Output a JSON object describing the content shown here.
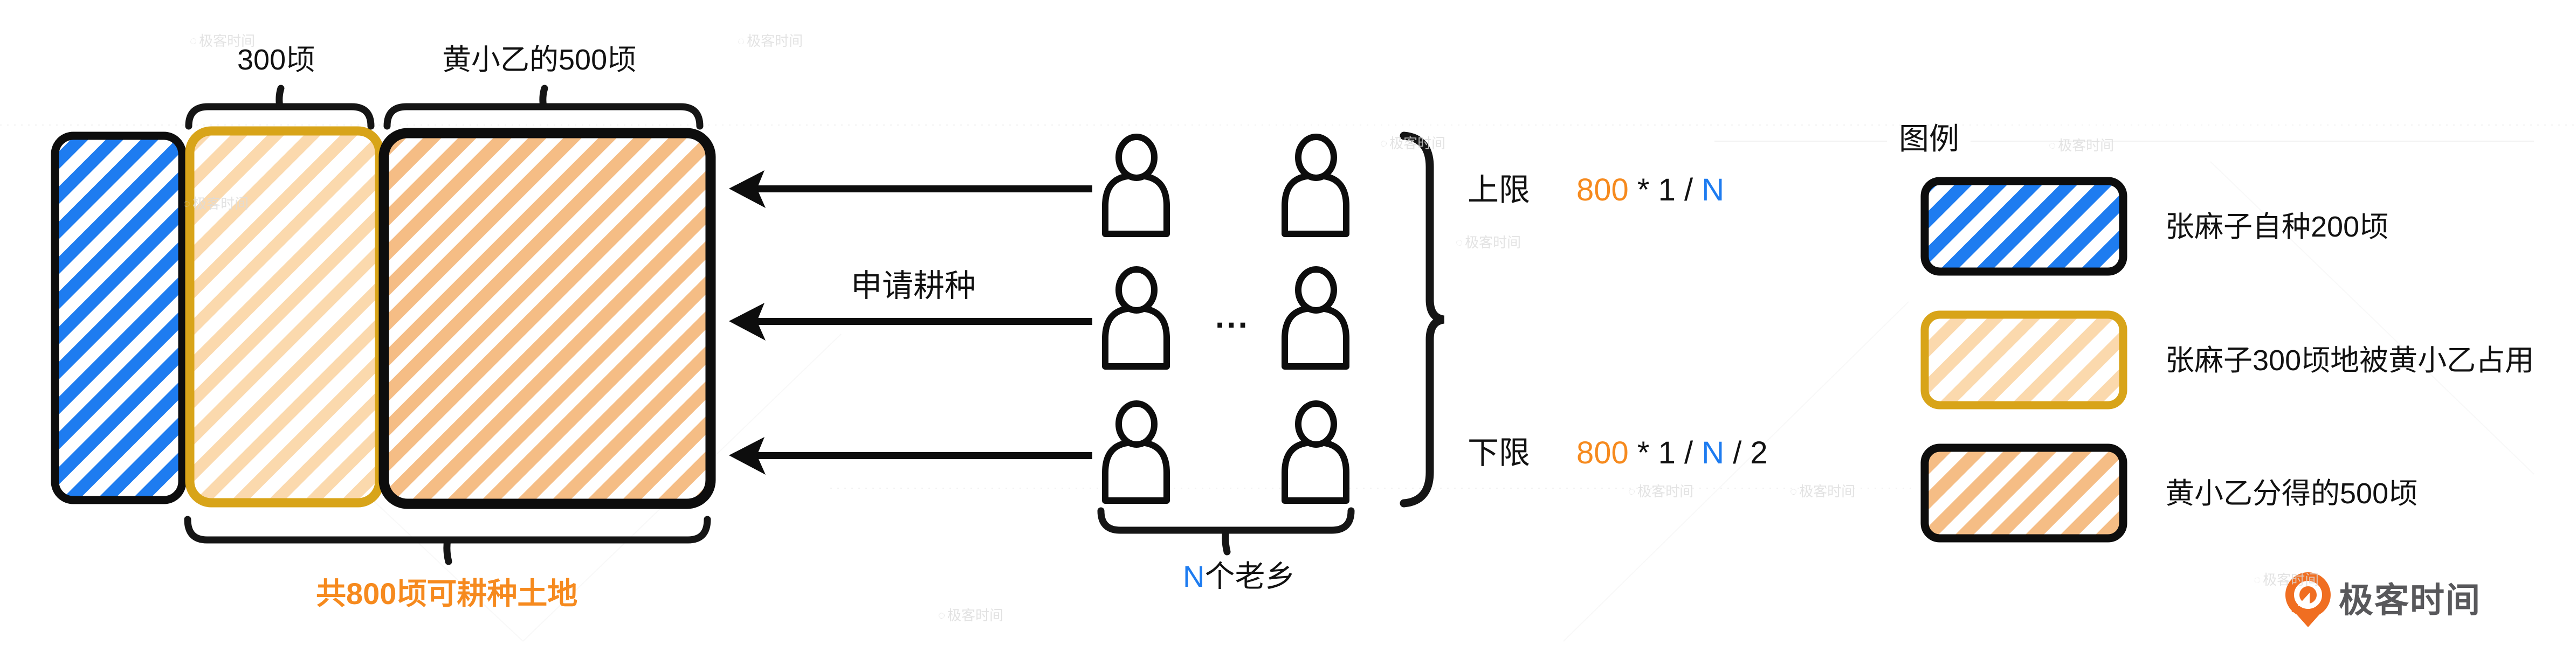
{
  "colors": {
    "blue_hatch": "#1E7CF0",
    "gold_border": "#D8A419",
    "peach_hatch": "#FBD9AD",
    "orange_hatch": "#F5BD85",
    "orange_text": "#F68A1E",
    "black_ink": "#111111",
    "logo_orange": "#F06E21",
    "logo_gray_text": "#58585B"
  },
  "land_diagram": {
    "brace_300_label": "300顷",
    "brace_500_label": "黄小乙的500顷",
    "total_label": "共800顷可耕种土地"
  },
  "middle": {
    "arrow_label": "申请耕种",
    "ellipsis": "...",
    "villagers_n": "N",
    "villagers_rest": "个老乡"
  },
  "limits": {
    "upper": {
      "label": "上限",
      "parts": [
        {
          "text": "800",
          "color": "orange"
        },
        {
          "text": " * 1 / ",
          "color": "black"
        },
        {
          "text": "N",
          "color": "blue"
        }
      ]
    },
    "lower": {
      "label": "下限",
      "parts": [
        {
          "text": "800",
          "color": "orange"
        },
        {
          "text": " * 1 / ",
          "color": "black"
        },
        {
          "text": "N",
          "color": "blue"
        },
        {
          "text": " / 2",
          "color": "black"
        }
      ]
    }
  },
  "legend": {
    "title": "图例",
    "items": [
      {
        "label": "张麻子自种200顷",
        "swatch": "blue-hatch-black-border"
      },
      {
        "label": "张麻子300顷地被黄小乙占用",
        "swatch": "peach-hatch-gold-border"
      },
      {
        "label": "黄小乙分得的500顷",
        "swatch": "orange-hatch-black-border"
      }
    ]
  },
  "branding": {
    "logo_text": "极客时间",
    "logo_icon": "geektime-pin-icon"
  },
  "watermark": {
    "text": "极客时间"
  }
}
